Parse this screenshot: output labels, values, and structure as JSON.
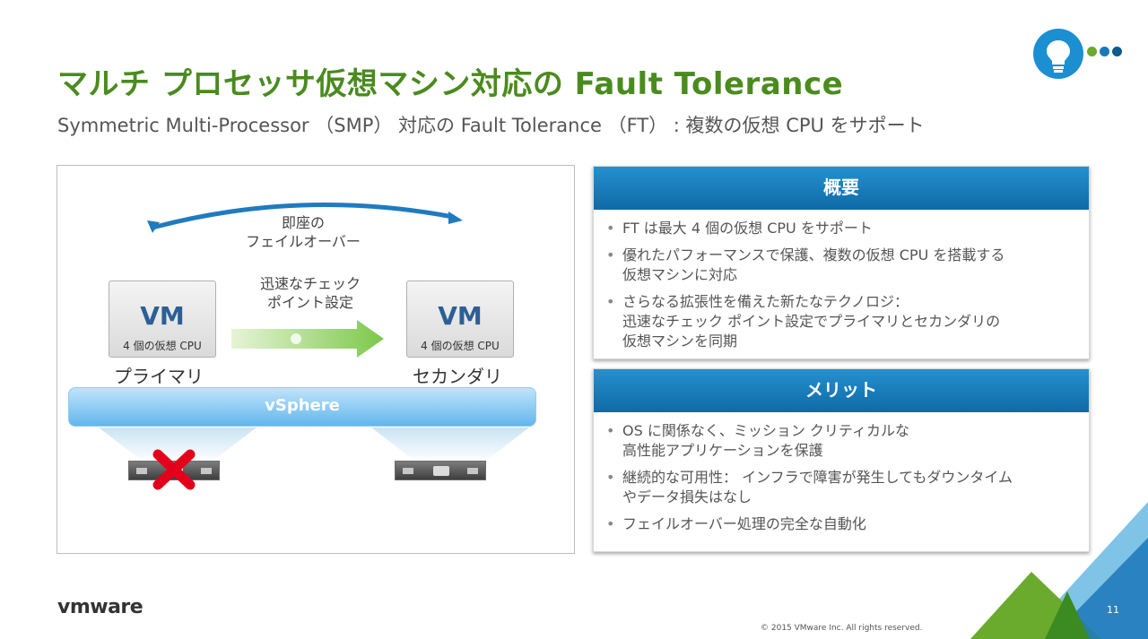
{
  "slide": {
    "title": "マルチ プロセッサ仮想マシン対応の Fault Tolerance",
    "subtitle": "Symmetric Multi-Processor （SMP） 対応の Fault Tolerance （FT） :  複数の仮想 CPU をサポート",
    "page_number": "11",
    "copyright": "© 2015 VMware Inc. All rights reserved.",
    "logo_text": "vmware"
  },
  "diagram": {
    "failover_label_line1": "即座の",
    "failover_label_line2": "フェイルオーバー",
    "checkpoint_label_line1": "迅速なチェック",
    "checkpoint_label_line2": "ポイント設定",
    "primary_vm": {
      "name": "VM",
      "cpu": "4 個の仮想 CPU",
      "role": "プライマリ"
    },
    "secondary_vm": {
      "name": "VM",
      "cpu": "4 個の仮想 CPU",
      "role": "セカンダリ"
    },
    "platform": "vSphere"
  },
  "overview": {
    "heading": "概要",
    "items": [
      {
        "line1": "FT は最大 4 個の仮想 CPU をサポート",
        "line2": ""
      },
      {
        "line1": "優れたパフォーマンスで保護、複数の仮想 CPU を搭載する",
        "line2": "仮想マシンに対応"
      },
      {
        "line1": "さらなる拡張性を備えた新たなテクノロジ：",
        "line2": "迅速なチェック ポイント設定でプライマリとセカンダリの",
        "line3": "仮想マシンを同期"
      }
    ]
  },
  "benefits": {
    "heading": "メリット",
    "items": [
      {
        "line1": "OS に関係なく、ミッション クリティカルな",
        "line2": "高性能アプリケーションを保護"
      },
      {
        "line1": "継続的な可用性： インフラで障害が発生してもダウンタイム",
        "line2": "やデータ損失はなし"
      },
      {
        "line1": "フェイルオーバー処理の完全な自動化",
        "line2": ""
      }
    ]
  },
  "colors": {
    "title_green": "#4a8b1e",
    "header_blue": "#1a7cc0",
    "bulb_blue": "#1b8fd2",
    "dot_green": "#6aaa2c",
    "dot_blue": "#1b78b8",
    "dot_dark": "#0d5a8c",
    "failure_red": "#e3001b"
  },
  "icons": {
    "bulb": "lightbulb-icon",
    "failure": "red-x-icon",
    "server": "server-icon",
    "arrow": "replication-arrow-icon"
  }
}
